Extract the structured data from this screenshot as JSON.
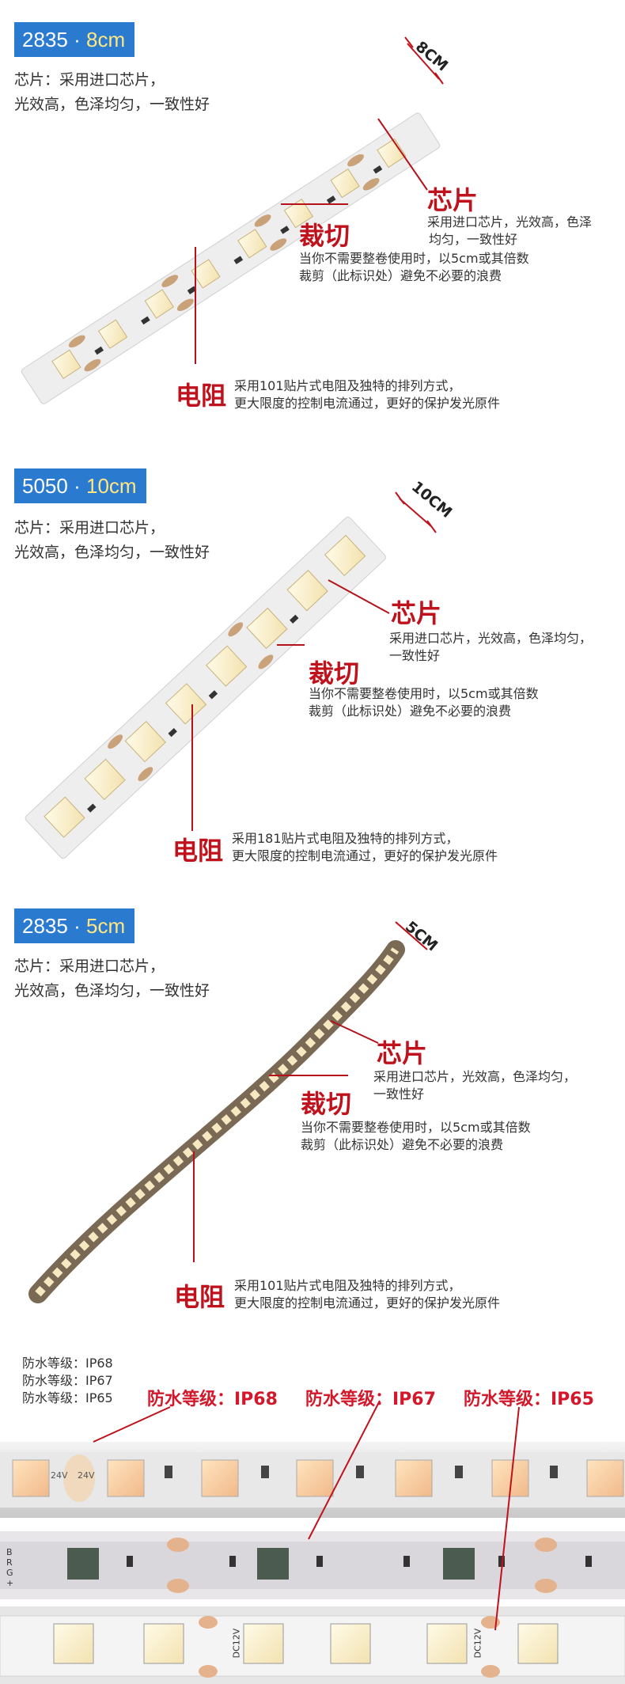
{
  "sections": [
    {
      "model": "2835",
      "length": "8cm",
      "measure_label": "8CM",
      "desc_line1": "芯片：采用进口芯片，",
      "desc_line2": "光效高，色泽均匀，一致性好",
      "chip_title": "芯片",
      "chip_line1": "采用进口芯片，光效高，色泽",
      "chip_line2": "均匀，一致性好",
      "cut_title": "裁切",
      "cut_line1": "当你不需要整卷使用时，以5cm或其倍数",
      "cut_line2": "裁剪（此标识处）避免不必要的浪费",
      "res_title": "电阻",
      "res_line1": "采用101贴片式电阻及独特的排列方式，",
      "res_line2": "更大限度的控制电流通过，更好的保护发光原件"
    },
    {
      "model": "5050",
      "length": "10cm",
      "measure_label": "10CM",
      "desc_line1": "芯片：采用进口芯片，",
      "desc_line2": "光效高，色泽均匀，一致性好",
      "chip_title": "芯片",
      "chip_line1": "采用进口芯片，光效高，色泽均匀，",
      "chip_line2": "一致性好",
      "cut_title": "裁切",
      "cut_line1": "当你不需要整卷使用时，以5cm或其倍数",
      "cut_line2": "裁剪（此标识处）避免不必要的浪费",
      "res_title": "电阻",
      "res_line1": "采用181贴片式电阻及独特的排列方式，",
      "res_line2": "更大限度的控制电流通过，更好的保护发光原件"
    },
    {
      "model": "2835",
      "length": "5cm",
      "measure_label": "5CM",
      "desc_line1": "芯片：采用进口芯片，",
      "desc_line2": "光效高，色泽均匀，一致性好",
      "chip_title": "芯片",
      "chip_line1": "采用进口芯片，光效高，色泽均匀，",
      "chip_line2": "一致性好",
      "cut_title": "裁切",
      "cut_line1": "当你不需要整卷使用时，以5cm或其倍数",
      "cut_line2": "裁剪（此标识处）避免不必要的浪费",
      "res_title": "电阻",
      "res_line1": "采用101贴片式电阻及独特的排列方式，",
      "res_line2": "更大限度的控制电流通过，更好的保护发光原件"
    }
  ],
  "ip": {
    "list": [
      "防水等级：IP68",
      "防水等级：IP67",
      "防水等级：IP65"
    ],
    "labels": [
      "防水等级：IP68",
      "防水等级：IP67",
      "防水等级：IP65"
    ],
    "strip1_marks": [
      "24V",
      "24V"
    ],
    "strip2_marks": [
      "B",
      "R",
      "G",
      "+"
    ],
    "strip3_marks": [
      "DC12V",
      "DC12V"
    ]
  },
  "colors": {
    "badge_bg": "#2a7bd0",
    "badge_len": "#ffe680",
    "red": "#c0121c",
    "ip_red": "#d2182a"
  },
  "middle_dot": "·"
}
